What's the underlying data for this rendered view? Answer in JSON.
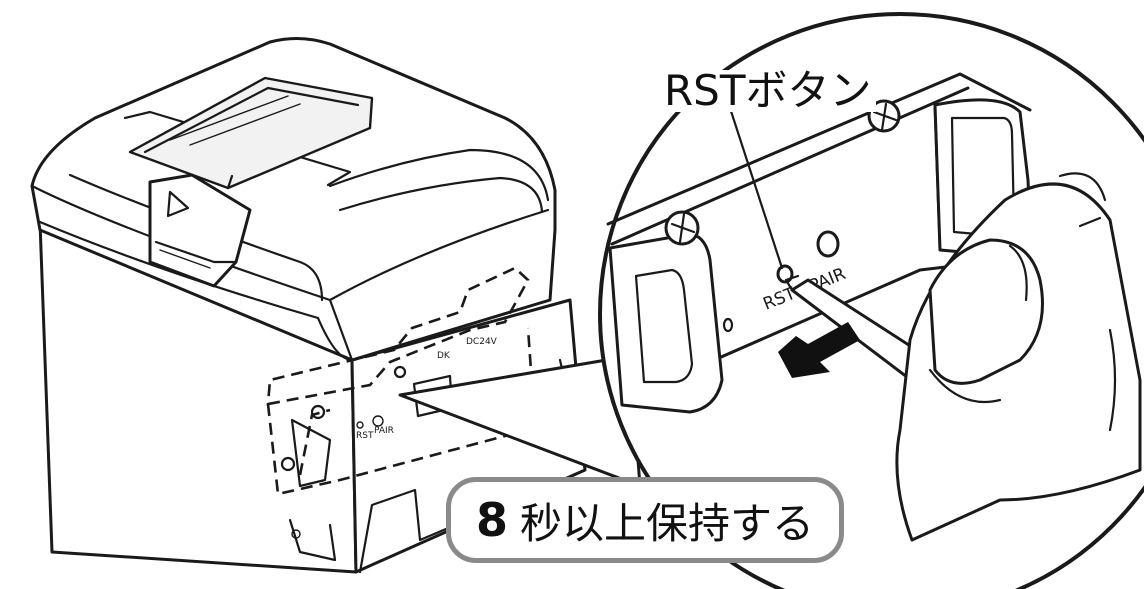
{
  "callout": {
    "label": "RSTボタン"
  },
  "instruction": {
    "number": "8",
    "text": "秒以上保持する"
  },
  "panel_labels": {
    "rst": "RST",
    "pair": "PAIR",
    "dk": "DK",
    "dc24v": "DC24V",
    "small_rst": "RST",
    "small_pair": "PAIR"
  },
  "icons": {
    "printer": "printer-illustration",
    "hand": "hand-with-pen-icon",
    "arrow": "push-arrow-icon",
    "magnifier": "magnified-view-circle"
  }
}
